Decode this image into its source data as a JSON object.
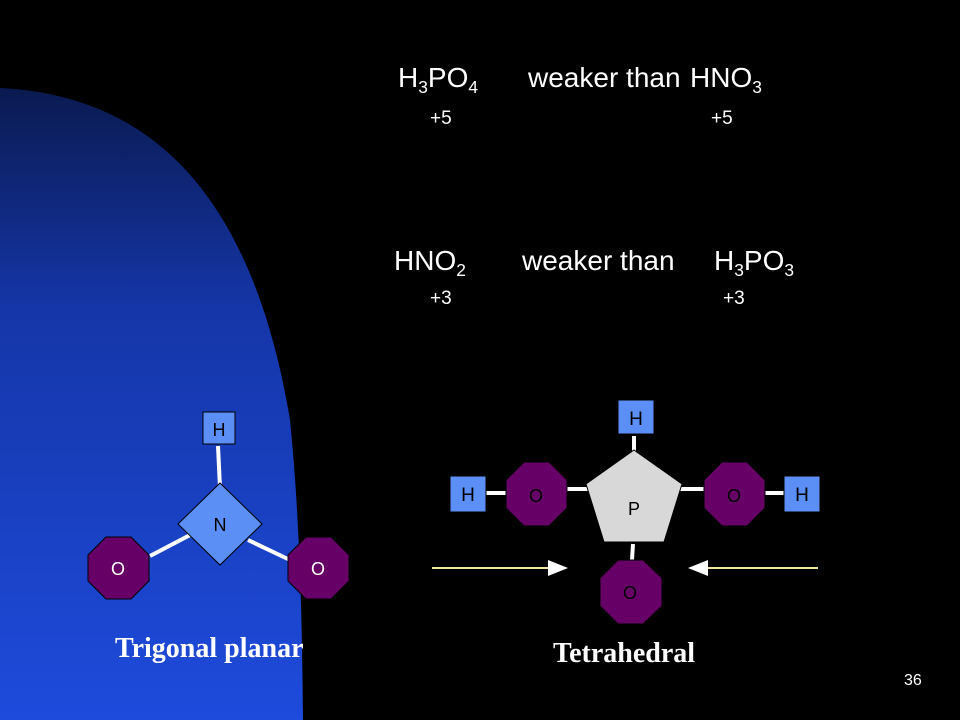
{
  "slide": {
    "page_number": "36",
    "colors": {
      "background": "#000000",
      "blue": "#1e4bdc",
      "purple": "#660066",
      "box_blue": "#5b8ff5"
    }
  },
  "row1": {
    "left": {
      "base": "H",
      "sub1": "3",
      "mid": "PO",
      "sub2": "4"
    },
    "relation": "weaker than",
    "right": {
      "base": "HNO",
      "sub": "3"
    },
    "ox_left": "+5",
    "ox_right": "+5"
  },
  "row2": {
    "left": {
      "base": "HNO",
      "sub": "2"
    },
    "relation": "weaker than",
    "right": {
      "base": "H",
      "sub1": "3",
      "mid": "PO",
      "sub2": "3"
    },
    "ox_left": "+3",
    "ox_right": "+3"
  },
  "trigonal": {
    "caption": "Trigonal planar",
    "center": "N",
    "top": "H",
    "left": "O",
    "right": "O"
  },
  "tetrahedral": {
    "caption": "Tetrahedral",
    "center": "P",
    "top_h": "H",
    "left_h": "H",
    "right_h": "H",
    "left_o": "O",
    "right_o": "O",
    "bottom_o": "O"
  }
}
